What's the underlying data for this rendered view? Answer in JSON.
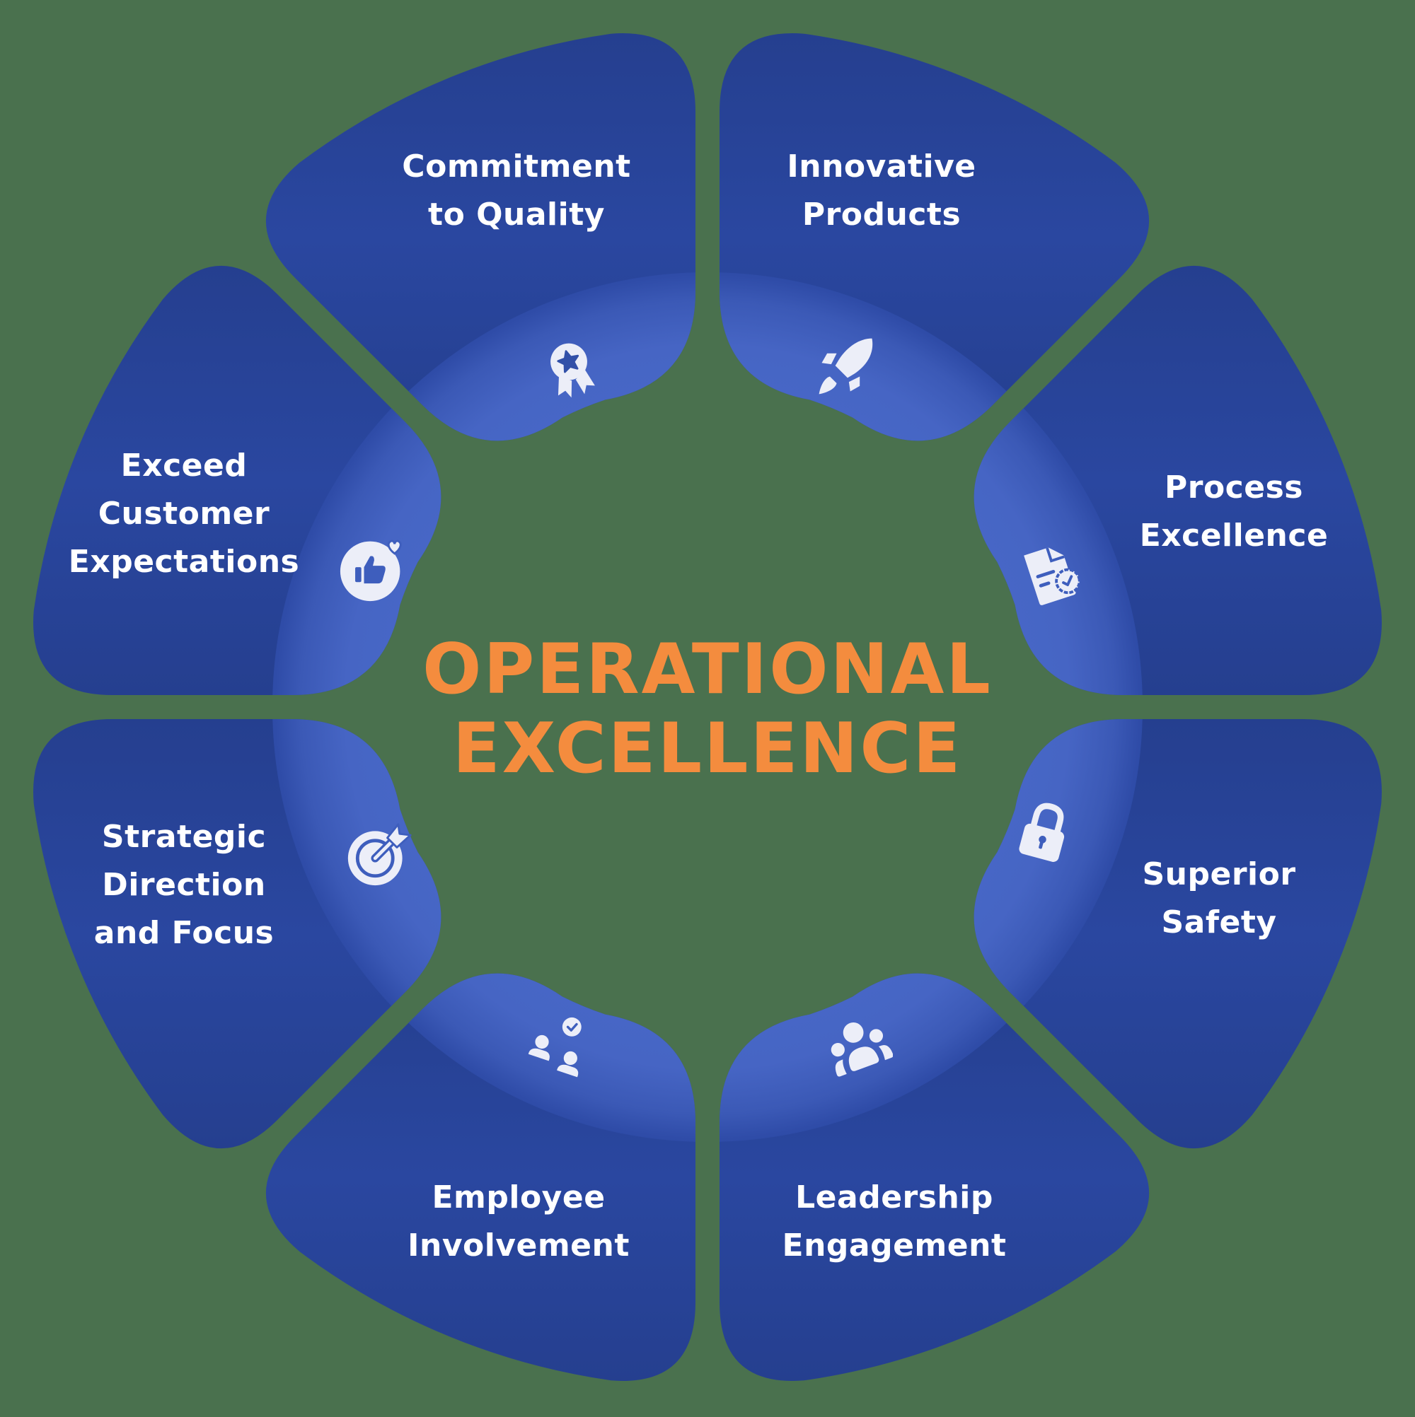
{
  "diagram": {
    "title": {
      "line1": "OPERATIONAL",
      "line2": "EXCELLENCE"
    },
    "segments": [
      {
        "id": "commitment-to-quality",
        "lines": [
          "Commitment",
          "to Quality"
        ],
        "icon": "medal-star-icon"
      },
      {
        "id": "innovative-products",
        "lines": [
          "Innovative",
          "Products"
        ],
        "icon": "rocket-icon"
      },
      {
        "id": "process-excellence",
        "lines": [
          "Process",
          "Excellence"
        ],
        "icon": "certified-document-icon"
      },
      {
        "id": "superior-safety",
        "lines": [
          "Superior",
          "Safety"
        ],
        "icon": "padlock-icon"
      },
      {
        "id": "leadership-engagement",
        "lines": [
          "Leadership",
          "Engagement"
        ],
        "icon": "team-group-icon"
      },
      {
        "id": "employee-involvement",
        "lines": [
          "Employee",
          "Involvement"
        ],
        "icon": "people-with-check-icon"
      },
      {
        "id": "strategic-direction-and-focus",
        "lines": [
          "Strategic",
          "Direction",
          "and Focus"
        ],
        "icon": "target-arrow-icon"
      },
      {
        "id": "exceed-customer-expectations",
        "lines": [
          "Exceed",
          "Customer",
          "Expectations"
        ],
        "icon": "thumbs-up-heart-icon"
      }
    ],
    "colors": {
      "background": "#4a714e",
      "segment": "#27418f",
      "segment_light": "#2e4ca6",
      "ring": "#4767c6",
      "title": "#f48c3e",
      "text": "#ffffff",
      "icon": "#eceef8"
    }
  }
}
